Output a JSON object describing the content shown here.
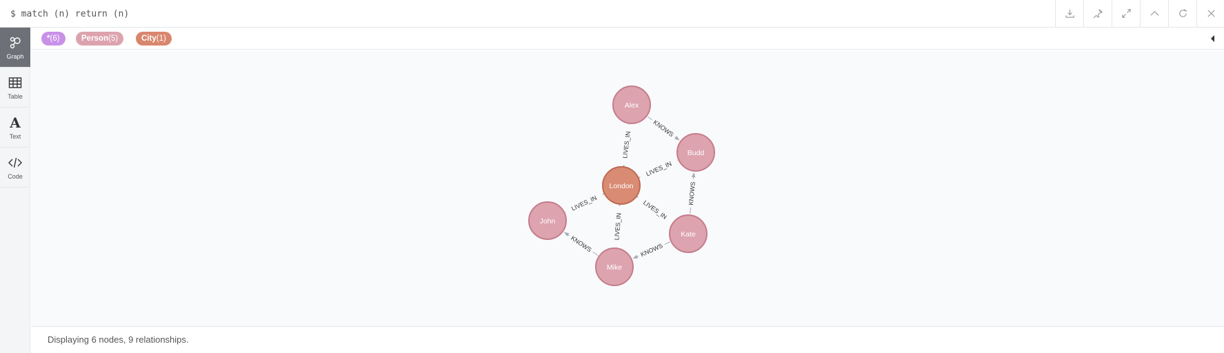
{
  "query": "$ match (n) return (n)",
  "toolbar": {
    "buttons": [
      {
        "icon": "download-icon"
      },
      {
        "icon": "pin-icon"
      },
      {
        "icon": "expand-icon"
      },
      {
        "icon": "collapse-up-icon"
      },
      {
        "icon": "rerun-icon"
      },
      {
        "icon": "close-icon"
      }
    ]
  },
  "sidebar": {
    "items": [
      {
        "label": "Graph",
        "icon": "graph-icon",
        "active": true
      },
      {
        "label": "Table",
        "icon": "table-icon"
      },
      {
        "label": "Text",
        "icon": "text-icon"
      },
      {
        "label": "Code",
        "icon": "code-icon"
      }
    ]
  },
  "legend": [
    {
      "label": "*",
      "count": "(6)",
      "color": "#c990e8"
    },
    {
      "label": "Person",
      "count": "(5)",
      "color": "#dca3ae"
    },
    {
      "label": "City",
      "count": "(1)",
      "color": "#d9866e"
    }
  ],
  "graph": {
    "colors": {
      "person": "#dda3ae",
      "person_stroke": "#c47c8b",
      "city": "#d98b74",
      "city_stroke": "#bd6a52"
    },
    "nodes": [
      {
        "id": "alex",
        "label": "Alex",
        "type": "person"
      },
      {
        "id": "budd",
        "label": "Budd",
        "type": "person"
      },
      {
        "id": "london",
        "label": "London",
        "type": "city"
      },
      {
        "id": "john",
        "label": "John",
        "type": "person"
      },
      {
        "id": "kate",
        "label": "Kate",
        "type": "person"
      },
      {
        "id": "mike",
        "label": "Mike",
        "type": "person"
      }
    ],
    "relationships": [
      {
        "from": "alex",
        "to": "budd",
        "label": "KNOWS"
      },
      {
        "from": "alex",
        "to": "london",
        "label": "LIVES_IN"
      },
      {
        "from": "budd",
        "to": "london",
        "label": "LIVES_IN"
      },
      {
        "from": "john",
        "to": "london",
        "label": "LIVES_IN"
      },
      {
        "from": "kate",
        "to": "london",
        "label": "LIVES_IN"
      },
      {
        "from": "kate",
        "to": "budd",
        "label": "KNOWS"
      },
      {
        "from": "mike",
        "to": "london",
        "label": "LIVES_IN"
      },
      {
        "from": "kate",
        "to": "mike",
        "label": "KNOWS"
      },
      {
        "from": "mike",
        "to": "john",
        "label": "KNOWS"
      }
    ]
  },
  "footer": {
    "status": "Displaying 6 nodes, 9 relationships."
  }
}
